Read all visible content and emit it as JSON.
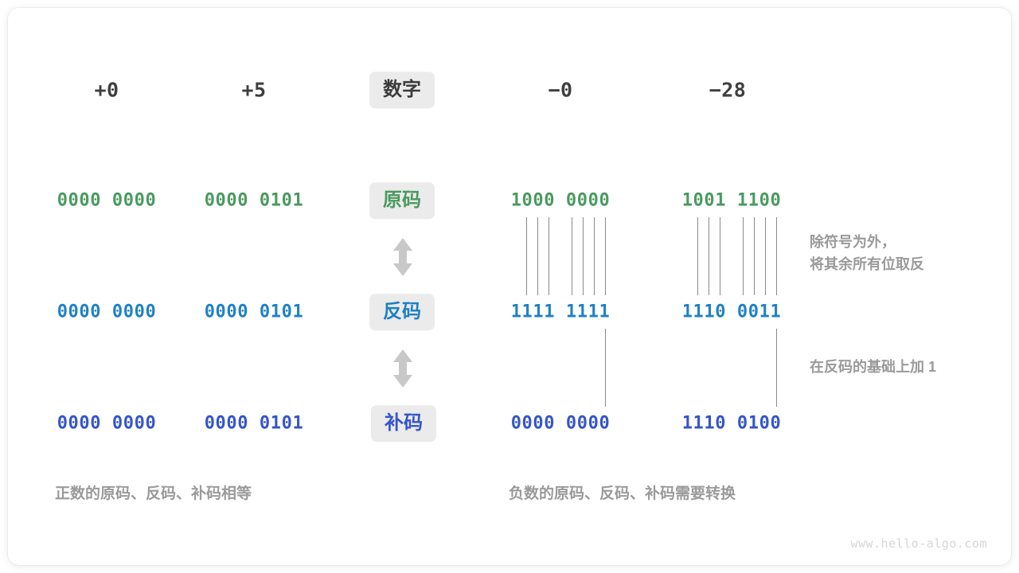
{
  "figure": {
    "watermark": "www.hello-algo.com",
    "colors": {
      "sign_magnitude": "#4a9a5f",
      "ones_complement": "#1f81c4",
      "twos_complement": "#3555c8",
      "chip_background": "#ebebeb",
      "note_text": "#9a9a9a",
      "connector_line": "#8a8a8a",
      "header_text": "#3f3f3f"
    }
  },
  "row_labels": {
    "number": "数字",
    "sign_magnitude": "原码",
    "ones_complement": "反码",
    "twos_complement": "补码"
  },
  "columns": [
    {
      "header": "+0",
      "sign_magnitude": "0000 0000",
      "ones_complement": "0000 0000",
      "twos_complement": "0000 0000",
      "kind": "positive"
    },
    {
      "header": "+5",
      "sign_magnitude": "0000 0101",
      "ones_complement": "0000 0101",
      "twos_complement": "0000 0101",
      "kind": "positive"
    },
    {
      "header": "−0",
      "sign_magnitude": "1000 0000",
      "ones_complement": "1111 1111",
      "twos_complement": "0000 0000",
      "kind": "negative"
    },
    {
      "header": "−28",
      "sign_magnitude": "1001 1100",
      "ones_complement": "1110 0011",
      "twos_complement": "1110 0100",
      "kind": "negative"
    }
  ],
  "arrows": {
    "sign_to_ones": "double-headed-vertical-arrow",
    "ones_to_twos": "double-headed-vertical-arrow"
  },
  "notes": {
    "invert_bits": "除符号为外，\n将其余所有位取反",
    "add_one": "在反码的基础上加 1"
  },
  "captions": {
    "positive": "正数的原码、反码、补码相等",
    "negative": "负数的原码、反码、补码需要转换"
  }
}
